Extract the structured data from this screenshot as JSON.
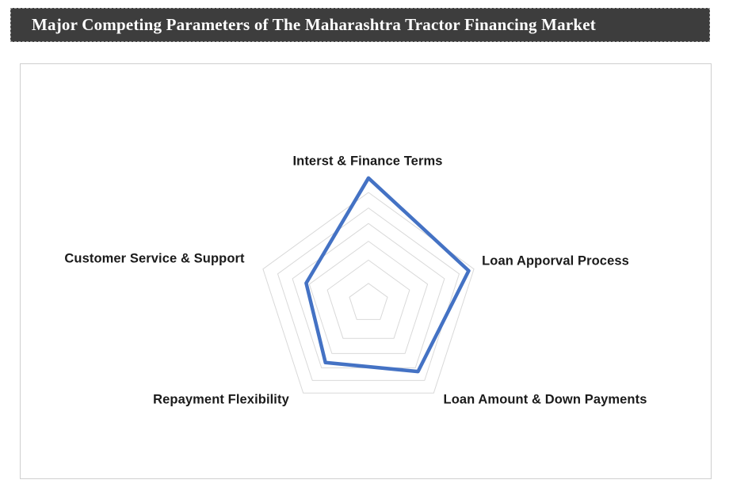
{
  "header": {
    "title": "Major Competing Parameters of The Maharashtra Tractor Financing Market"
  },
  "colors": {
    "header_bg": "#3d3d3d",
    "header_text": "#ffffff",
    "series_stroke": "#4472C4",
    "grid_stroke": "#d9d9d9",
    "label_text": "#1a1a1a",
    "card_border": "#cfcfcf"
  },
  "chart_data": {
    "type": "radar",
    "title": "Major Competing Parameters of The Maharashtra Tractor Financing Market",
    "categories": [
      "Interst & Finance Terms",
      "Loan Apporval Process",
      "Loan Amount & Down Payments",
      "Repayment Flexibility",
      "Customer Service & Support"
    ],
    "values_fraction_of_outer_ring": [
      1.13,
      0.95,
      0.76,
      0.66,
      0.59
    ],
    "ring_fractions": [
      0.18,
      0.39,
      0.56,
      0.72,
      0.86,
      1.0
    ],
    "grid": true,
    "legend": false,
    "series_color": "#4472C4"
  }
}
